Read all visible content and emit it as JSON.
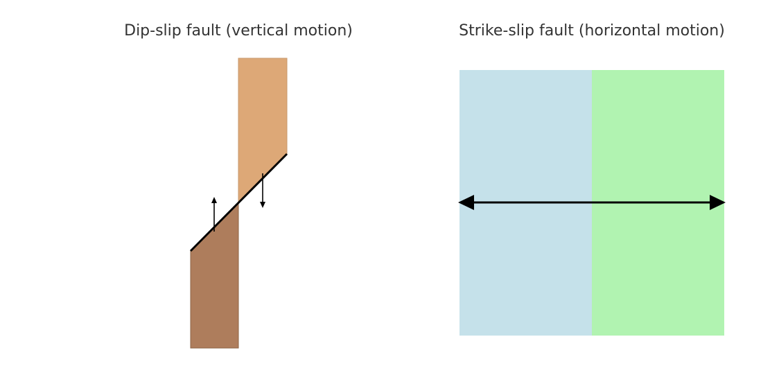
{
  "dip_slip": {
    "title": "Dip-slip fault (vertical motion)",
    "hanging_wall_color": "#DDA877",
    "footwall_color": "#AE7D5C",
    "fault_line_color": "#000000",
    "motion_arrows": [
      "up",
      "down"
    ]
  },
  "strike_slip": {
    "title": "Strike-slip fault (horizontal motion)",
    "left_block_color": "#C5E1EA",
    "right_block_color": "#B1F3B1",
    "motion_arrow": "left-right double-headed"
  }
}
